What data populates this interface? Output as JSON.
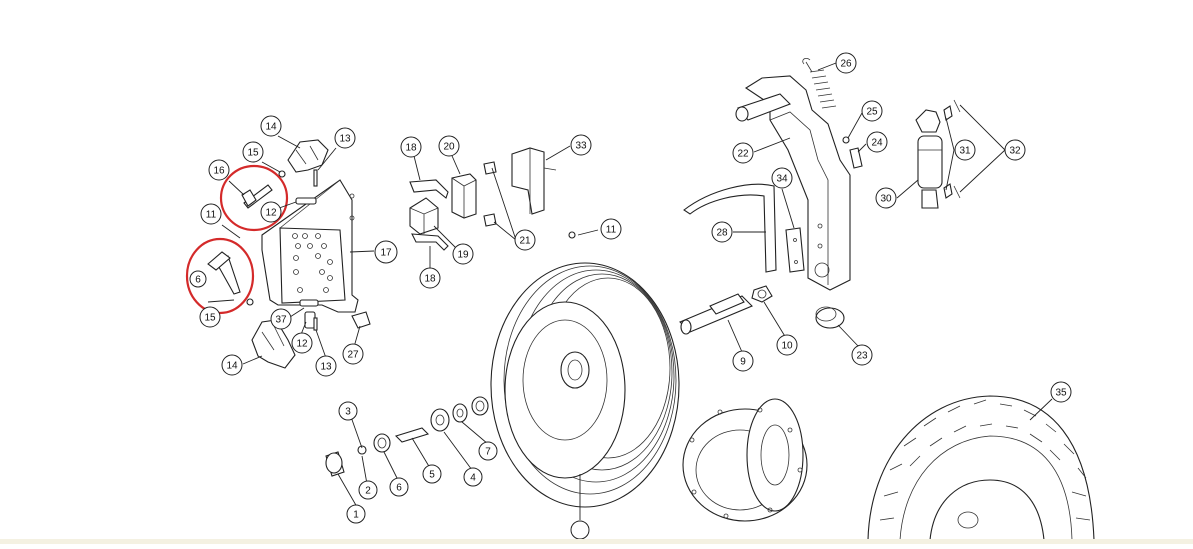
{
  "callouts": [
    {
      "id": "c26",
      "label": "26"
    },
    {
      "id": "c25",
      "label": "25"
    },
    {
      "id": "c24",
      "label": "24"
    },
    {
      "id": "c22",
      "label": "22"
    },
    {
      "id": "c31",
      "label": "31"
    },
    {
      "id": "c32",
      "label": "32"
    },
    {
      "id": "c30",
      "label": "30"
    },
    {
      "id": "c34",
      "label": "34"
    },
    {
      "id": "c28",
      "label": "28"
    },
    {
      "id": "c10",
      "label": "10"
    },
    {
      "id": "c23",
      "label": "23"
    },
    {
      "id": "c9",
      "label": "9"
    },
    {
      "id": "c35",
      "label": "35"
    },
    {
      "id": "c14a",
      "label": "14"
    },
    {
      "id": "c13a",
      "label": "13"
    },
    {
      "id": "c16",
      "label": "16"
    },
    {
      "id": "c15a",
      "label": "15"
    },
    {
      "id": "c12a",
      "label": "12"
    },
    {
      "id": "c11a",
      "label": "11"
    },
    {
      "id": "c6a",
      "label": "6"
    },
    {
      "id": "c15b",
      "label": "15"
    },
    {
      "id": "c17",
      "label": "17"
    },
    {
      "id": "c37",
      "label": "37"
    },
    {
      "id": "c12b",
      "label": "12"
    },
    {
      "id": "c14b",
      "label": "14"
    },
    {
      "id": "c13b",
      "label": "13"
    },
    {
      "id": "c27",
      "label": "27"
    },
    {
      "id": "c18a",
      "label": "18"
    },
    {
      "id": "c20",
      "label": "20"
    },
    {
      "id": "c33",
      "label": "33"
    },
    {
      "id": "c19",
      "label": "19"
    },
    {
      "id": "c18b",
      "label": "18"
    },
    {
      "id": "c21",
      "label": "21"
    },
    {
      "id": "c11b",
      "label": "11"
    },
    {
      "id": "c3",
      "label": "3"
    },
    {
      "id": "c2",
      "label": "2"
    },
    {
      "id": "c1",
      "label": "1"
    },
    {
      "id": "c6b",
      "label": "6"
    },
    {
      "id": "c5",
      "label": "5"
    },
    {
      "id": "c4",
      "label": "4"
    },
    {
      "id": "c7",
      "label": "7"
    }
  ],
  "colors": {
    "highlight": "#d42a2a",
    "ink": "#222222",
    "background": "#ffffff",
    "bottom_strip": "#f4f1e2"
  }
}
